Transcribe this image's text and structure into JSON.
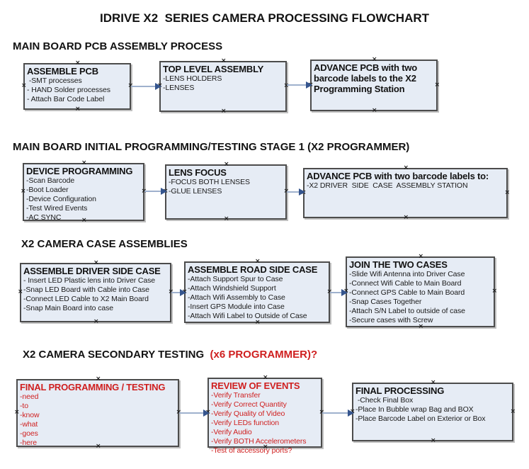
{
  "title": "IDRIVE X2  SERIES CAMERA PROCESSING FLOWCHART",
  "glyphs": {
    "handle": "×"
  },
  "colors": {
    "box_fill": "#e6ecf5",
    "box_border": "#4c4c4c",
    "arrow_line": "#9fb1cd",
    "arrow_head": "#35558e",
    "alert_red": "#cf1f1f",
    "text": "#121212"
  },
  "sections": [
    {
      "heading": "MAIN BOARD PCB ASSEMBLY PROCESS",
      "boxes": [
        {
          "title": "ASSEMBLE PCB",
          "items": [
            " -SMT processes",
            "- HAND Solder processes",
            "- Attach Bar Code Label"
          ]
        },
        {
          "title": "TOP LEVEL ASSEMBLY",
          "items": [
            "-LENS HOLDERS",
            "-LENSES"
          ]
        },
        {
          "title": "ADVANCE PCB with two barcode labels to the X2 Programming Station",
          "items": []
        }
      ]
    },
    {
      "heading": "MAIN BOARD INITIAL PROGRAMMING/TESTING STAGE 1 (X2 PROGRAMMER)",
      "boxes": [
        {
          "title": "DEVICE PROGRAMMING",
          "items": [
            "-Scan Barcode",
            "-Boot Loader",
            "-Device Configuration",
            "-Test Wired Events",
            "-AC SYNC"
          ]
        },
        {
          "title": "LENS FOCUS",
          "items": [
            "-FOCUS BOTH LENSES",
            "-GLUE LENSES"
          ]
        },
        {
          "title": "ADVANCE PCB with two barcode labels to:",
          "items": [
            "-X2 DRIVER  SIDE  CASE  ASSEMBLY STATION"
          ]
        }
      ]
    },
    {
      "heading": "X2 CAMERA CASE ASSEMBLIES",
      "boxes": [
        {
          "title": "ASSEMBLE DRIVER SIDE CASE",
          "items": [
            "- Insert LED Plastic lens into Driver Case",
            "-Snap LED Board with Cable into Case",
            "-Connect LED Cable to X2 Main Board",
            "-Snap Main Board into case"
          ]
        },
        {
          "title": "ASSEMBLE ROAD SIDE CASE",
          "items": [
            "-Attach Support Spur to Case",
            "-Attach Windshield Support",
            "-Attach Wifi Assembly to Case",
            "-Insert GPS Module into Case",
            "-Attach Wifi Label to Outside of Case"
          ]
        },
        {
          "title": "JOIN THE TWO CASES",
          "items": [
            "-Slide Wifi Antenna into Driver Case",
            "-Connect Wifi Cable to Main Board",
            "-Connect GPS Cable to Main Board",
            "-Snap Cases Together",
            "-Attach S/N Label to outside of case",
            "-Secure cases with Screw"
          ]
        }
      ]
    },
    {
      "heading": "X2 CAMERA SECONDARY TESTING  ",
      "heading_red": "(x6 PROGRAMMER)?",
      "boxes": [
        {
          "title": "FINAL PROGRAMMING / TESTING",
          "items": [
            "-need",
            "-to",
            "-know",
            "-what",
            "-goes",
            "-here"
          ]
        },
        {
          "title": "REVIEW OF EVENTS",
          "items": [
            "-Verify Transfer",
            "-Verify Correct Quantity",
            "-Verify Quality of Video",
            "-Verify LEDs function",
            "-Verify Audio",
            "-Verify BOTH Accelerometers",
            "-Test of accessory ports?"
          ]
        },
        {
          "title": "FINAL PROCESSING",
          "items": [
            " -Check Final Box",
            "-Place In Bubble wrap Bag and BOX",
            "-Place Barcode Label on Exterior or Box"
          ]
        }
      ]
    }
  ]
}
